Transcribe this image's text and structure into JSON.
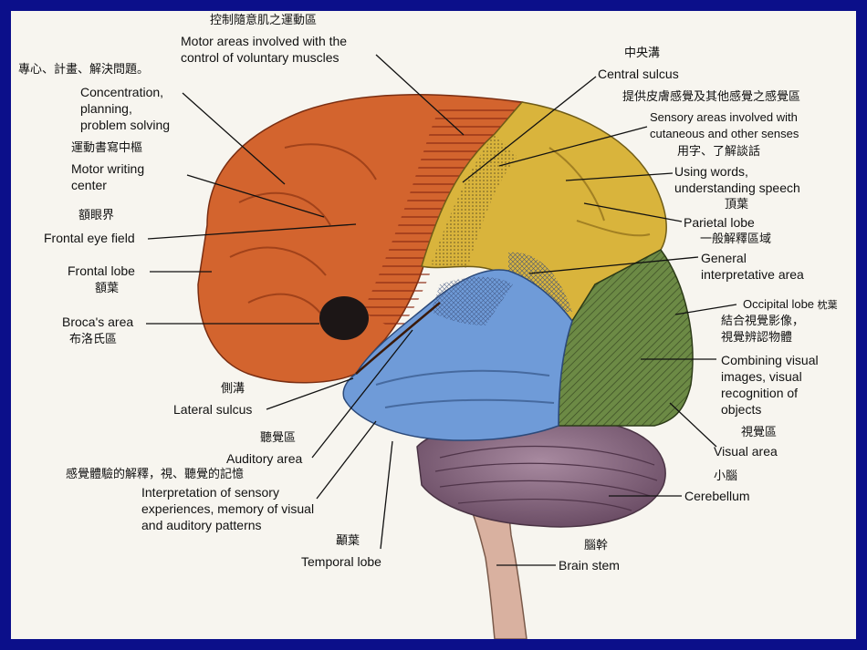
{
  "labels": {
    "motor_areas_zh": "控制隨意肌之運動區",
    "motor_areas_en1": "Motor areas involved with the",
    "motor_areas_en2": "control of voluntary muscles",
    "concentration_zh": "專心、計畫、解決問題。",
    "concentration_en1": "Concentration,",
    "concentration_en2": "planning,",
    "concentration_en3": "problem solving",
    "motor_writing_zh": "運動書寫中樞",
    "motor_writing_en1": "Motor writing",
    "motor_writing_en2": "center",
    "frontal_eye_zh": "額眼界",
    "frontal_eye_en": "Frontal eye field",
    "frontal_lobe_en": "Frontal lobe",
    "frontal_lobe_zh": "額葉",
    "broca_en": "Broca's area",
    "broca_zh": "布洛氏區",
    "lateral_sulcus_zh": "側溝",
    "lateral_sulcus_en": "Lateral sulcus",
    "auditory_zh": "聽覺區",
    "auditory_en": "Auditory area",
    "interp_zh": "感覺體驗的解釋，視、聽覺的記憶",
    "interp_en1": "Interpretation of sensory",
    "interp_en2": "experiences, memory of visual",
    "interp_en3": "and auditory patterns",
    "temporal_zh": "顳葉",
    "temporal_en": "Temporal lobe",
    "central_sulcus_zh": "中央溝",
    "central_sulcus_en": "Central sulcus",
    "sensory_zh": "提供皮膚感覺及其他感覺之感覺區",
    "sensory_en1": "Sensory areas involved with",
    "sensory_en2": "cutaneous and other senses",
    "words_zh": "用字、了解談話",
    "words_en1": "Using words,",
    "words_en2": "understanding speech",
    "parietal_zh": "頂葉",
    "parietal_en": "Parietal lobe",
    "general_zh": "一般解釋區域",
    "general_en1": "General",
    "general_en2": "interpretative area",
    "occipital_en": "Occipital lobe",
    "occipital_zh_tail": "枕葉",
    "combining_zh1": "結合視覺影像，",
    "combining_zh2": "視覺辨認物體",
    "combining_en1": "Combining visual",
    "combining_en2": "images, visual",
    "combining_en3": "recognition of",
    "combining_en4": "objects",
    "visual_zh": "視覺區",
    "visual_en": "Visual area",
    "cerebellum_zh": "小腦",
    "cerebellum_en": "Cerebellum",
    "brainstem_zh": "腦幹",
    "brainstem_en": "Brain stem"
  },
  "colors": {
    "frame": "#0b0f8a",
    "frontal": "#d3642e",
    "parietal": "#d9b43c",
    "temporal": "#6f9bd8",
    "occipital": "#6c8a45",
    "cerebellum": "#8d6e86",
    "brainstem": "#d9b1a0",
    "broca": "#1c1616"
  }
}
